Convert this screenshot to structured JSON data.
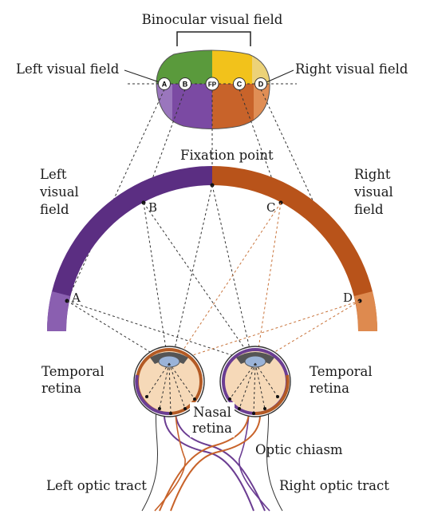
{
  "labels": {
    "binocular_field": "Binocular visual field",
    "left_field_top": "Left visual field",
    "right_field_top": "Right visual field",
    "fixation_point": "Fixation point",
    "left_field_arc": [
      "Left",
      "visual",
      "field"
    ],
    "right_field_arc": [
      "Right",
      "visual",
      "field"
    ],
    "temporal_retina_left": [
      "Temporal",
      "retina"
    ],
    "temporal_retina_right": [
      "Temporal",
      "retina"
    ],
    "nasal_retina": [
      "Nasal",
      "retina"
    ],
    "optic_chiasm": "Optic chiasm",
    "left_optic_tract": "Left optic tract",
    "right_optic_tract": "Right optic tract"
  },
  "points": {
    "top_row": [
      "A",
      "B",
      "FP",
      "C",
      "D"
    ],
    "arc": [
      "A",
      "B",
      "C",
      "D"
    ]
  },
  "colors": {
    "left_dark": "#5b2e82",
    "left_light": "#8a5fb0",
    "right_dark": "#b8531a",
    "right_light": "#de8a4f",
    "green": "#5a9a3c",
    "yellow": "#f2c21b",
    "eye_fill": "#f6d9b8",
    "iris": "#9ab3d8"
  }
}
